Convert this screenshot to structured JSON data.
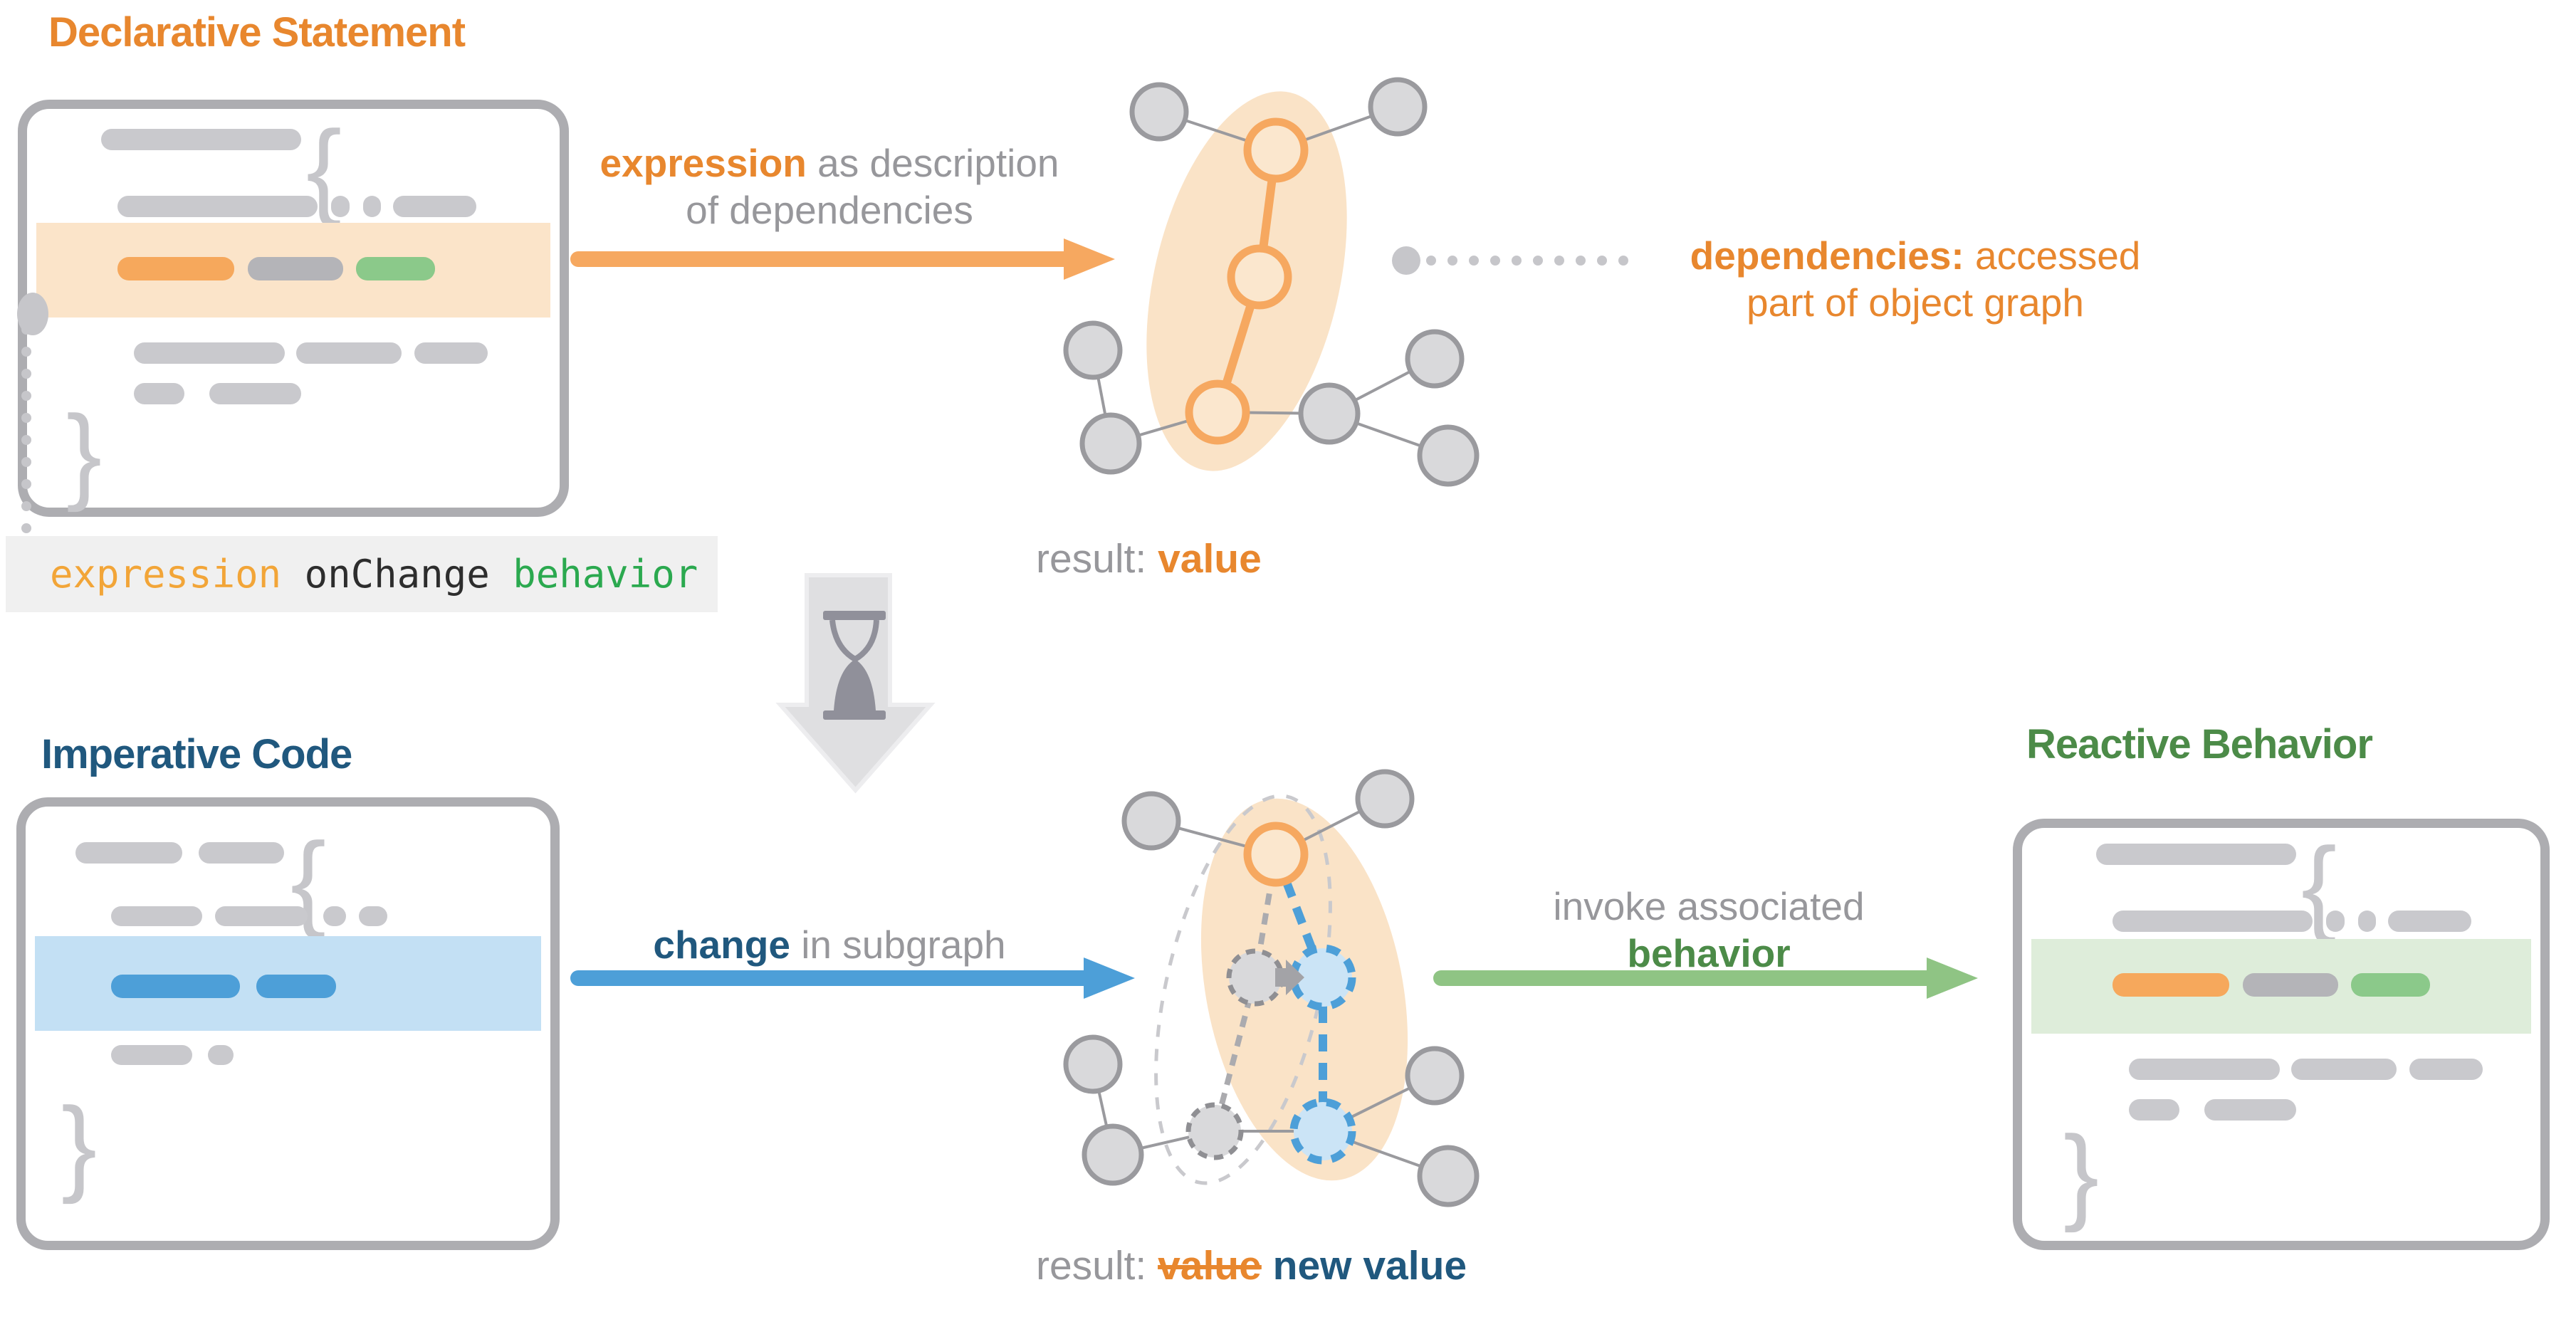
{
  "palette": {
    "orange": "#E8872E",
    "orange_light": "#F6A860",
    "orange_fill": "#FAE3C7",
    "grey_text": "#97979B",
    "grey_bar": "#C9C9CD",
    "node_grey": "#D9D9DB",
    "blue_dark": "#20587E",
    "blue": "#4D9FD8",
    "blue_fill": "#C3E0F4",
    "green_dark": "#4C8B48",
    "green": "#8FC484",
    "green_fill": "#DEEDDA",
    "code_orange": "#F2A538",
    "code_green": "#2BA94F",
    "code_black": "#2D2D2D"
  },
  "common": {
    "brace_open": "{",
    "brace_close": "}"
  },
  "declarative": {
    "title": "Declarative Statement"
  },
  "imperative": {
    "title": "Imperative Code"
  },
  "reactive": {
    "title": "Reactive Behavior"
  },
  "snippet": {
    "expression": "expression",
    "separator1": " ",
    "onchange": "onChange",
    "separator2": " ",
    "behavior": "behavior"
  },
  "top_flow": {
    "label_bold": "expression",
    "label_rest": " as description",
    "label_line2": "of dependencies",
    "dependencies_bold": "dependencies:",
    "dependencies_rest": " accessed",
    "dependencies_line2": "part of object graph",
    "result_prefix": "result: ",
    "result_value": "value"
  },
  "transition": {
    "icon": "hourglass-icon"
  },
  "bottom_flow": {
    "change_bold": "change",
    "change_rest": " in subgraph",
    "invoke_line1": "invoke associated",
    "invoke_bold": "behavior",
    "result_prefix": "result: ",
    "result_old": "value",
    "result_new": " new value"
  }
}
